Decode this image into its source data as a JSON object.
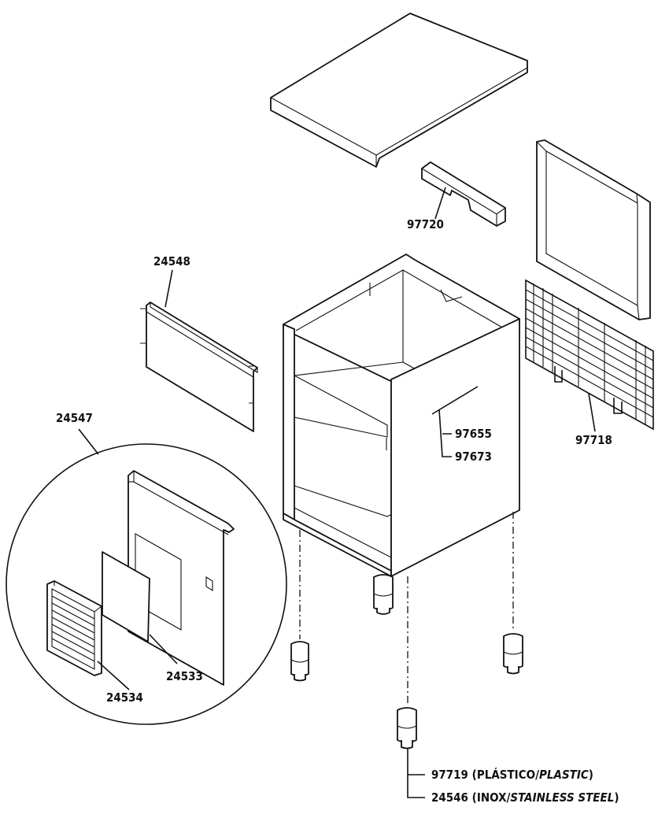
{
  "labels": {
    "counter_top_bracket": "97720",
    "side_panel": "24548",
    "door_assembly": "24547",
    "louver_grille": "24534",
    "filter_panel": "24533",
    "door_handle_a": "97655",
    "door_handle_b": "97673",
    "condenser_grid": "97718",
    "foot_plastic_code": "97719",
    "foot_plastic_material": "PLÁSTICO/",
    "foot_plastic_material_en": "PLASTIC",
    "foot_steel_code": "24546",
    "foot_steel_material": "INOX/",
    "foot_steel_material_en": "STAINLESS STEEL"
  }
}
